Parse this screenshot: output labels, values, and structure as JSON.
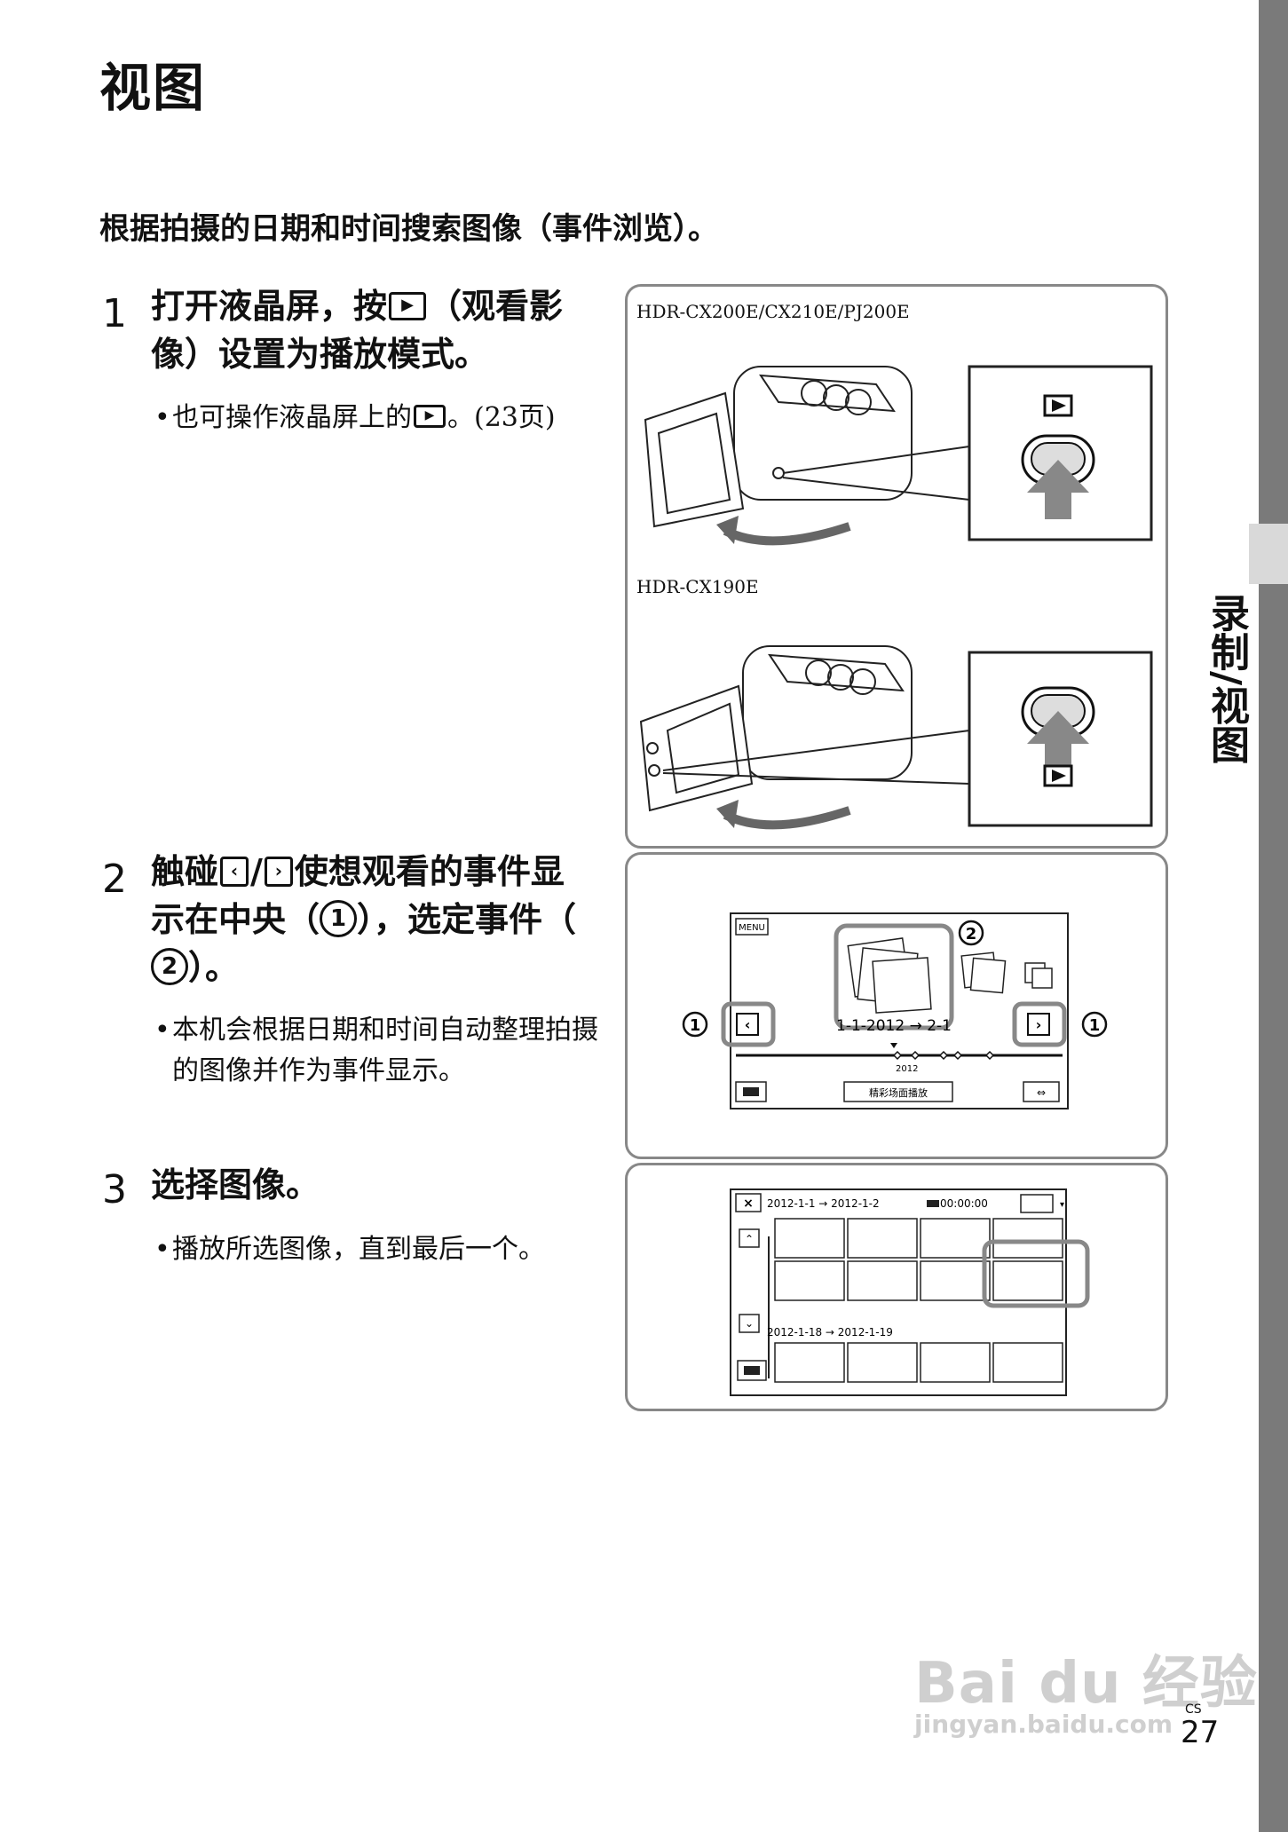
{
  "page": {
    "title": "视图",
    "intro": "根据拍摄的日期和时间搜索图像（事件浏览）。",
    "side_label": "录制/视图",
    "page_number": "27",
    "page_lang": "CS"
  },
  "steps": [
    {
      "number": "1",
      "text_a": "打开液晶屏，按",
      "text_b": "（观看影像）设置为播放模式。",
      "bullet_a": "也可操作液晶屏上的",
      "bullet_b": "。(23页)"
    },
    {
      "number": "2",
      "text_a": "触碰",
      "text_b": "/",
      "text_c": "使想观看的事件显示在中央（",
      "circle1": "1",
      "text_d": "），选定事件（",
      "circle2": "2",
      "text_e": "）。",
      "bullet": "本机会根据日期和时间自动整理拍摄的图像并作为事件显示。"
    },
    {
      "number": "3",
      "text": "选择图像。",
      "bullet": "播放所选图像，直到最后一个。"
    }
  ],
  "figure1": {
    "model_top": "HDR-CX200E/CX210E/PJ200E",
    "model_bottom": "HDR-CX190E"
  },
  "figure2": {
    "menu_label": "MENU",
    "date_range": "1-1-2012 → 2-1",
    "year_label": "2012",
    "highlight_button": "精彩场面播放",
    "callout_1": "1",
    "callout_2": "2"
  },
  "figure3": {
    "group1_date": "2012-1-1 → 2012-1-2",
    "group1_time": "00:00:00",
    "group2_date": "2012-1-18 → 2012-1-19",
    "close_label": "×"
  },
  "watermark": {
    "brand": "Bai du 经验",
    "url": "jingyan.baidu.com"
  }
}
